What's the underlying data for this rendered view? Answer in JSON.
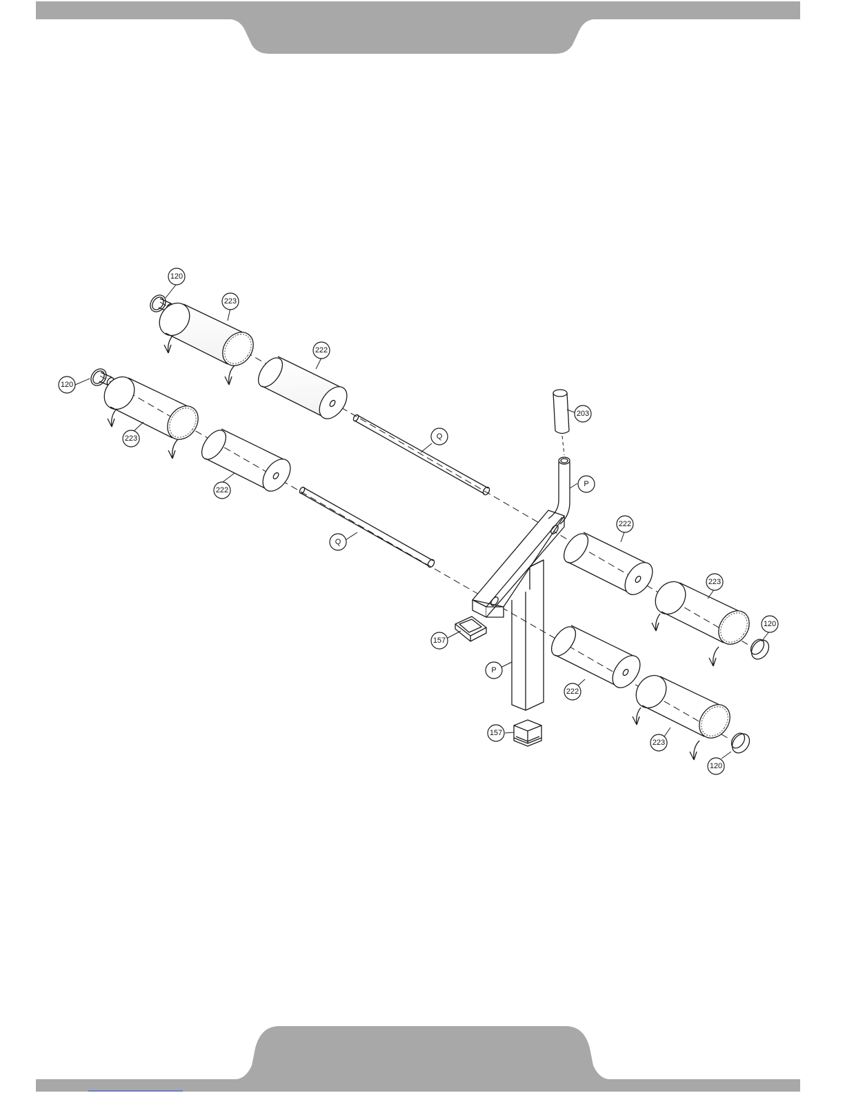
{
  "colors": {
    "band": "#a8a8a8",
    "line": "#1a1a1a",
    "paper": "#ffffff"
  },
  "callouts": [
    {
      "id": "c1",
      "text": "120"
    },
    {
      "id": "c2",
      "text": "223"
    },
    {
      "id": "c3",
      "text": "222"
    },
    {
      "id": "c4",
      "text": "120"
    },
    {
      "id": "c5",
      "text": "223"
    },
    {
      "id": "c6",
      "text": "222"
    },
    {
      "id": "c7",
      "text": "Q"
    },
    {
      "id": "c8",
      "text": "Q"
    },
    {
      "id": "c9",
      "text": "203"
    },
    {
      "id": "c10",
      "text": "P"
    },
    {
      "id": "c11",
      "text": "222"
    },
    {
      "id": "c12",
      "text": "223"
    },
    {
      "id": "c13",
      "text": "120"
    },
    {
      "id": "c14",
      "text": "157"
    },
    {
      "id": "c15",
      "text": "P"
    },
    {
      "id": "c16",
      "text": "222"
    },
    {
      "id": "c17",
      "text": "157"
    },
    {
      "id": "c18",
      "text": "223"
    },
    {
      "id": "c19",
      "text": "120"
    }
  ]
}
